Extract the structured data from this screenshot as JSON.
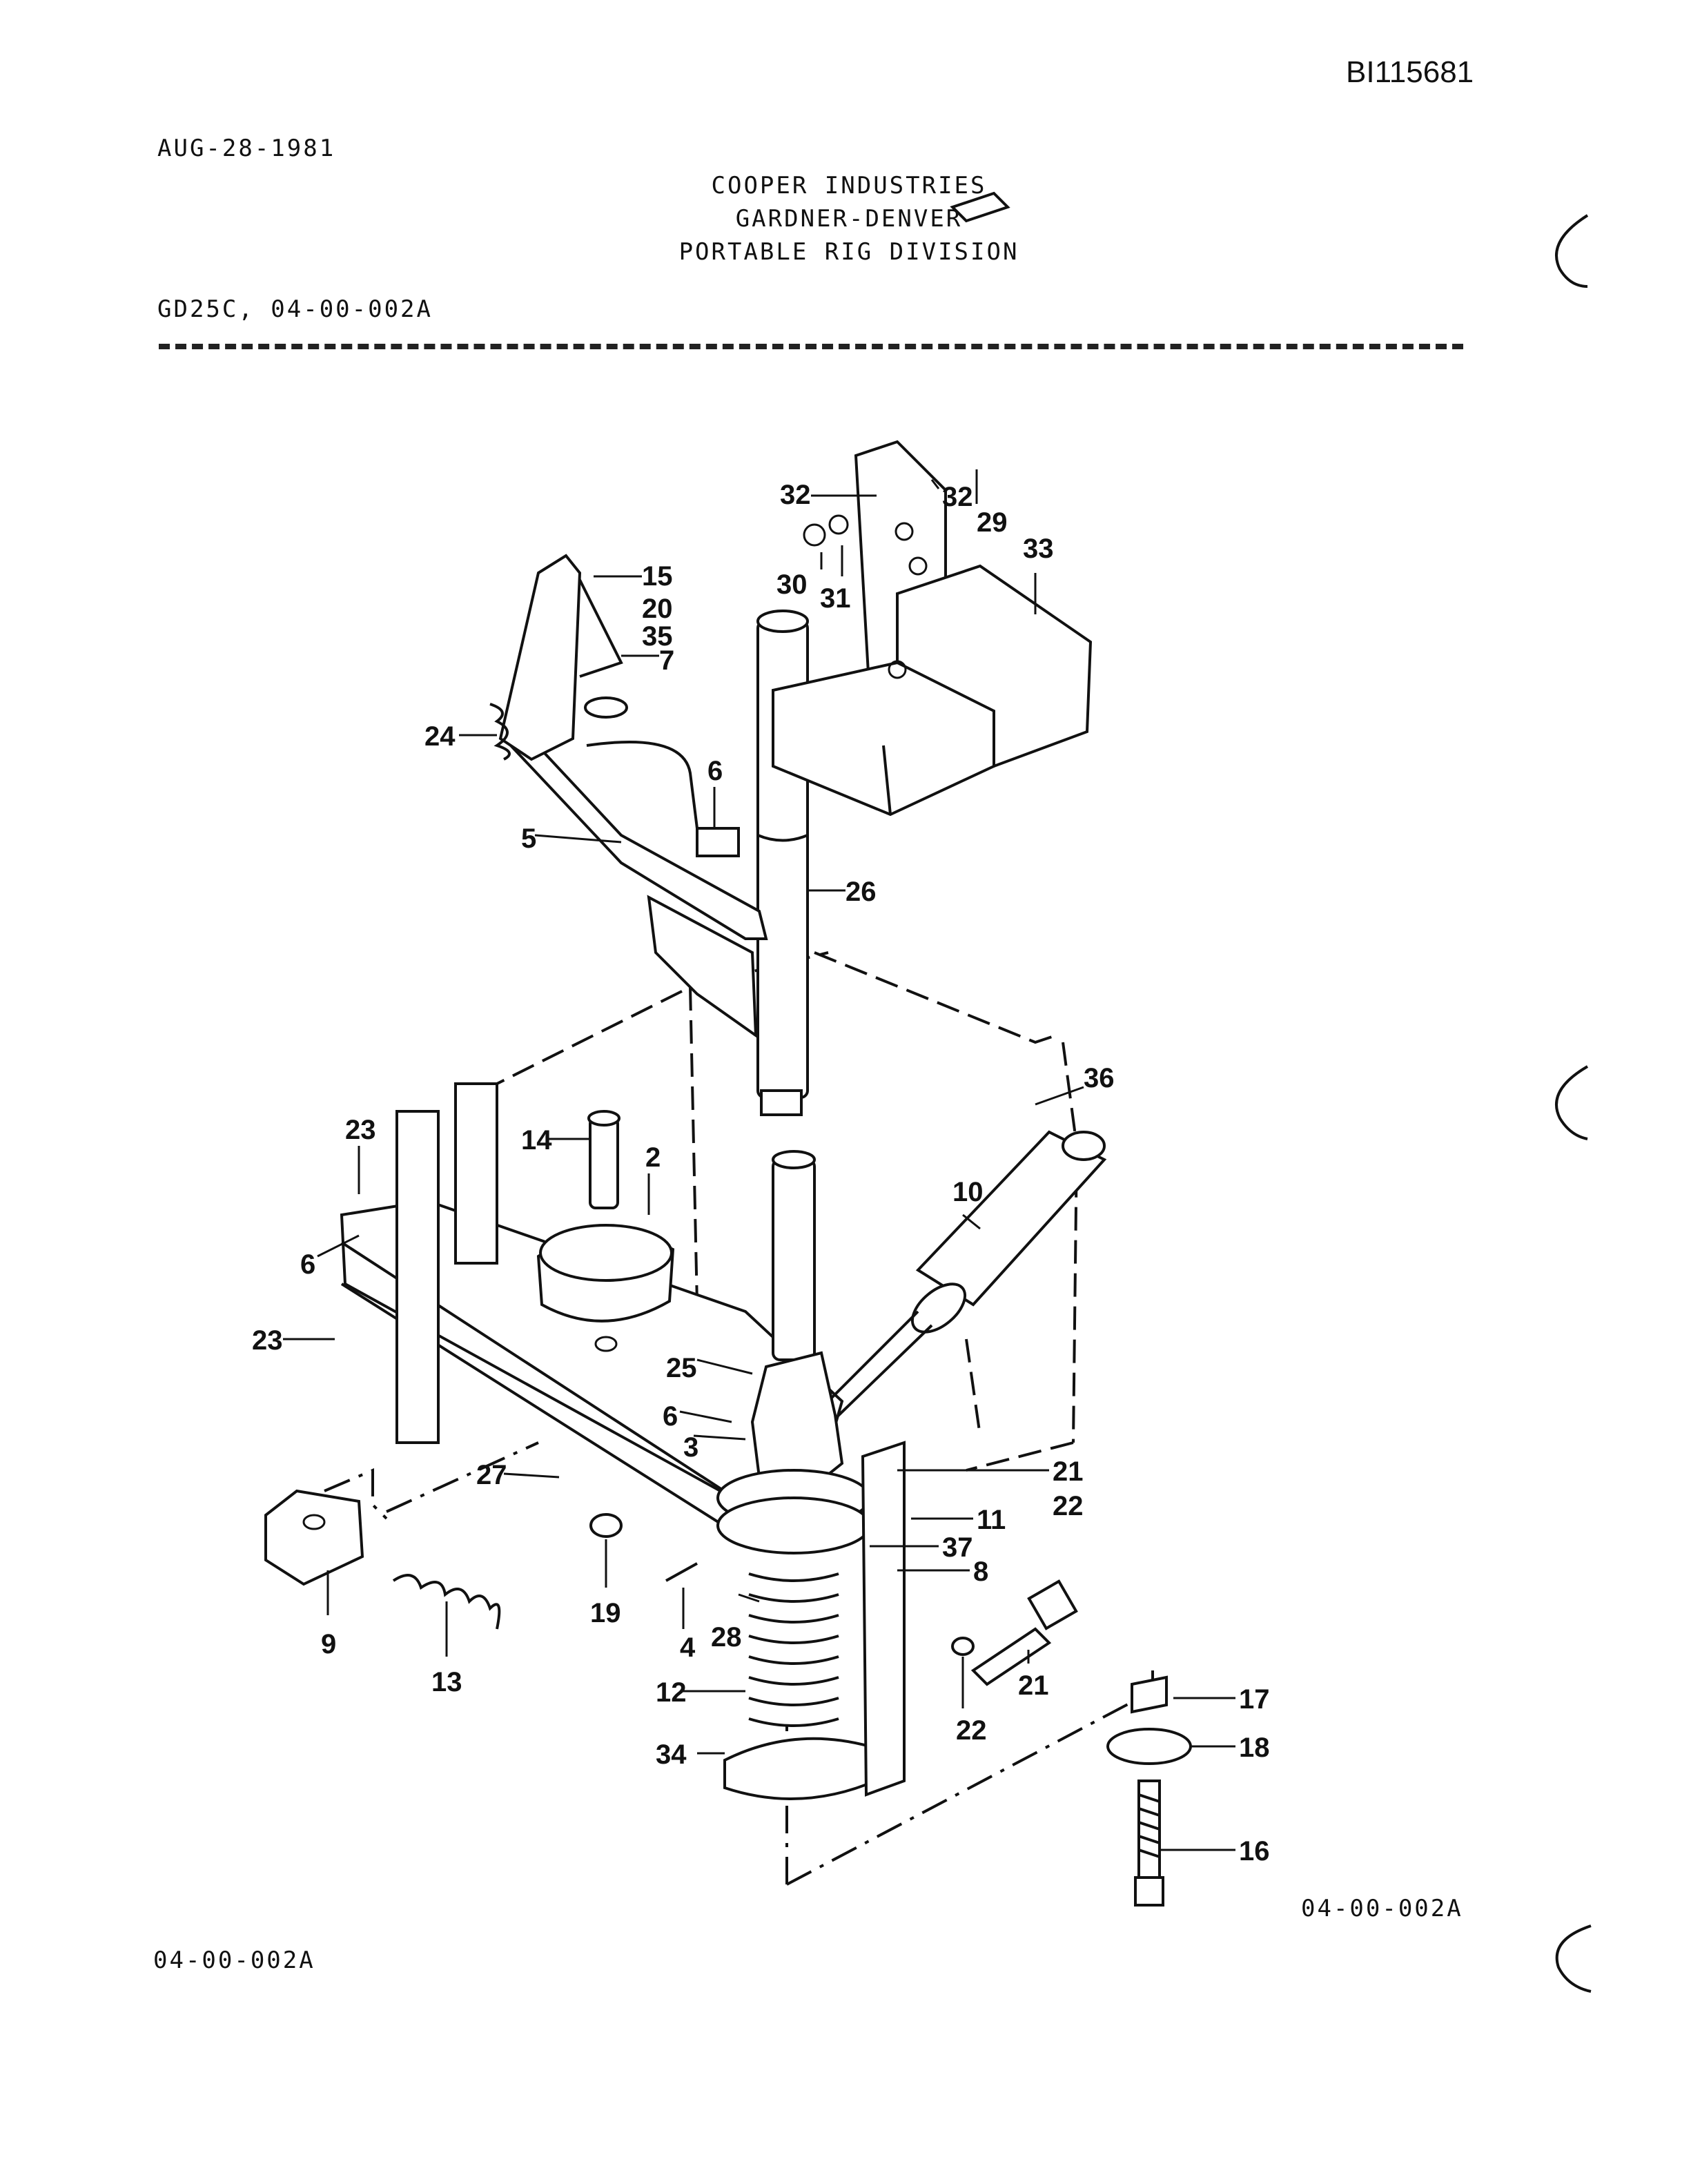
{
  "doc_id": "BI115681",
  "date": "AUG-28-1981",
  "header": {
    "line1": "COOPER INDUSTRIES",
    "line2": "GARDNER-DENVER",
    "line3": "PORTABLE RIG DIVISION"
  },
  "model_line": "GD25C, 04-00-002A",
  "figure_label": "04-00-002A",
  "footer_label": "04-00-002A",
  "callouts": [
    "32",
    "32",
    "29",
    "30",
    "31",
    "33",
    "15",
    "20",
    "35",
    "7",
    "24",
    "6",
    "5",
    "26",
    "36",
    "23",
    "14",
    "2",
    "10",
    "6",
    "23",
    "25",
    "6",
    "3",
    "27",
    "21",
    "22",
    "11",
    "19",
    "37",
    "8",
    "9",
    "13",
    "4",
    "28",
    "21",
    "12",
    "22",
    "17",
    "34",
    "18",
    "16"
  ]
}
